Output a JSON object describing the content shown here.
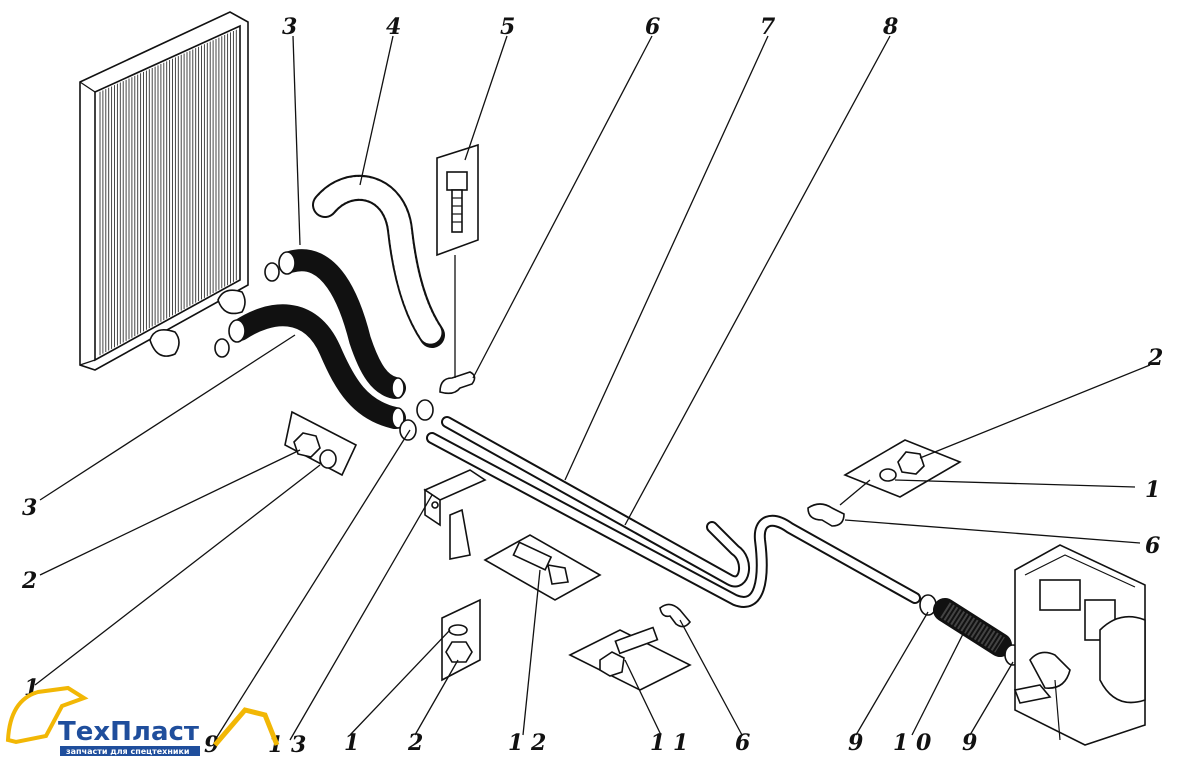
{
  "callouts": [
    {
      "id": "c3a",
      "label": "3"
    },
    {
      "id": "c4",
      "label": "4"
    },
    {
      "id": "c5",
      "label": "5"
    },
    {
      "id": "c6a",
      "label": "6"
    },
    {
      "id": "c7",
      "label": "7"
    },
    {
      "id": "c8",
      "label": "8"
    },
    {
      "id": "c2a",
      "label": "2"
    },
    {
      "id": "c1a",
      "label": "1"
    },
    {
      "id": "c6b",
      "label": "6"
    },
    {
      "id": "c3b",
      "label": "3"
    },
    {
      "id": "c2b",
      "label": "2"
    },
    {
      "id": "c1b",
      "label": "1"
    },
    {
      "id": "c9a",
      "label": "9"
    },
    {
      "id": "c13",
      "label": "1 3"
    },
    {
      "id": "c1c",
      "label": "1"
    },
    {
      "id": "c2c",
      "label": "2"
    },
    {
      "id": "c12",
      "label": "1 2"
    },
    {
      "id": "c11",
      "label": "1 1"
    },
    {
      "id": "c6c",
      "label": "6"
    },
    {
      "id": "c9b",
      "label": "9"
    },
    {
      "id": "c10",
      "label": "1 0"
    },
    {
      "id": "c9c",
      "label": "9"
    }
  ],
  "logo": {
    "brand": "ТехПласт",
    "tagline": "запчасти для спецтехники",
    "colors": {
      "brand_blue": "#1f4e9c",
      "brand_yellow": "#f2b705"
    }
  }
}
